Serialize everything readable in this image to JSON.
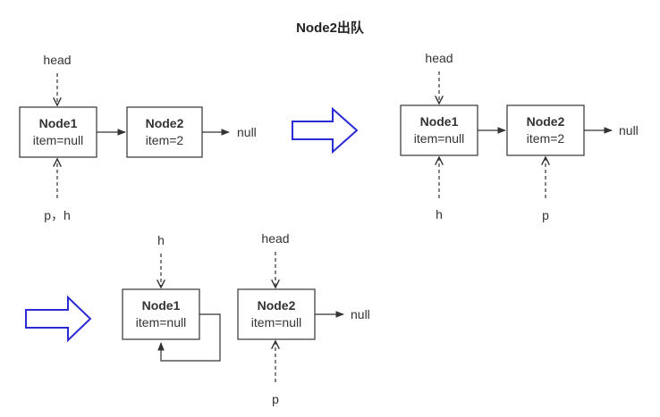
{
  "title": "Node2出队",
  "node_labels": {
    "node1_title": "Node1",
    "node1_item": "item=null",
    "node2_title": "Node2",
    "node2_item": "item=2"
  },
  "step1": {
    "top_pointer": "head",
    "bottom_pointer": "p，h",
    "terminal": "null"
  },
  "step2": {
    "top_pointer": "head",
    "node1_bottom_pointer": "h",
    "node2_bottom_pointer": "p",
    "terminal": "null"
  },
  "step3": {
    "node1_top_pointer": "h",
    "node2_top_pointer": "head",
    "node2_bottom_pointer": "p",
    "node2_item": "item=null",
    "terminal": "null"
  },
  "colors": {
    "stroke": "#333333",
    "transition_arrow": "#2b2bd6"
  }
}
